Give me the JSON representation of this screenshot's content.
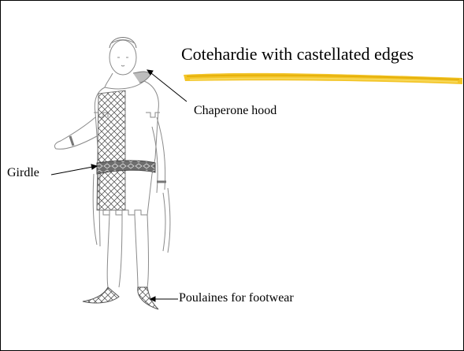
{
  "slide": {
    "title": "Cotehardie with castellated edges",
    "labels": {
      "chaperone": "Chaperone hood",
      "girdle": "Girdle",
      "poulaines": "Poulaines for footwear"
    }
  },
  "colors": {
    "underline": "#f2c21c",
    "text": "#000000",
    "sketch_line": "#8a8a8a",
    "girdle_fill": "#6e6e6e",
    "pattern": "#555555"
  }
}
